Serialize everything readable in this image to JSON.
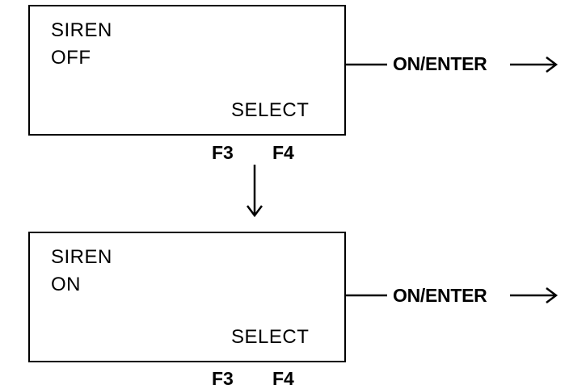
{
  "panels": [
    {
      "line1": "SIREN",
      "line2": "OFF",
      "softkey_label": "SELECT",
      "keys": [
        "F3",
        "F4"
      ],
      "output_label": "ON/ENTER"
    },
    {
      "line1": "SIREN",
      "line2": "ON",
      "softkey_label": "SELECT",
      "keys": [
        "F3",
        "F4"
      ],
      "output_label": "ON/ENTER"
    }
  ]
}
